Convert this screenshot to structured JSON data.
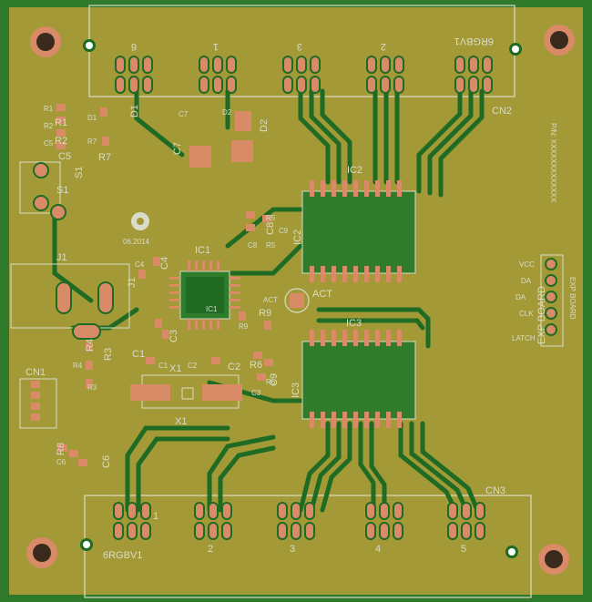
{
  "board": {
    "colors": {
      "substrate": "#a39a37",
      "copper": "#1f6b24",
      "mask_edge": "#2f7d2a",
      "pad": "#d98a67",
      "silkscreen": "#d9dcc8",
      "frame": "#2e7a2a"
    },
    "labels": {
      "cn2_header": "6RGBV1",
      "cn2": "CN2",
      "cn3": "CN3",
      "cn3_footer": "6RGBV1",
      "ic1": "IC1",
      "ic1_inner": "IC1",
      "ic2": "IC2",
      "ic2_side": "IC2",
      "ic3": "IC3",
      "ic3_side": "IC3",
      "d1": "D1",
      "d1b": "D1",
      "d2": "D2",
      "d2b": "D2",
      "r1": "R1",
      "r1b": "R1",
      "r2": "R2",
      "r2b": "R2",
      "r3": "R3",
      "r3b": "R3",
      "r4": "R4",
      "r4b": "R4",
      "r5": "R5",
      "r6": "R6",
      "r7": "R7",
      "r7b": "R7",
      "r8": "R8",
      "r9": "R9",
      "r9b": "R9",
      "r5b": "R5",
      "r6b": "R6",
      "c1": "C1",
      "c1b": "C1",
      "c2": "C2",
      "c2b": "C2",
      "c3": "C3",
      "c3b": "C3",
      "c4": "C4",
      "c4b": "C4",
      "c5": "C5",
      "c5b": "C5",
      "c6": "C6",
      "c6b": "C6",
      "c7": "C7",
      "c7b": "C7",
      "c8": "C8",
      "c8b": "C8",
      "c9": "C9",
      "c9b": "C9",
      "s1": "S1",
      "s1b": "S1",
      "j1": "J1",
      "j1b": "J1",
      "cn1": "CN1",
      "x1": "X1",
      "x1b": "X1",
      "act": "ACT",
      "act_small": "ACT",
      "date": "06.2014",
      "pn": "P/N: XXXXXXXXXXXXX",
      "exp_board": "EXP BOARD",
      "exp_board_small": "EXP BOARD",
      "exp_pins": [
        "VCC",
        "DA",
        "DA",
        "CLK",
        "LATCH"
      ],
      "cn2_groups": [
        "6",
        "1",
        "3",
        "2",
        "6RGBV1"
      ],
      "cn3_groups": [
        "1",
        "2",
        "3",
        "4",
        "5"
      ]
    }
  }
}
